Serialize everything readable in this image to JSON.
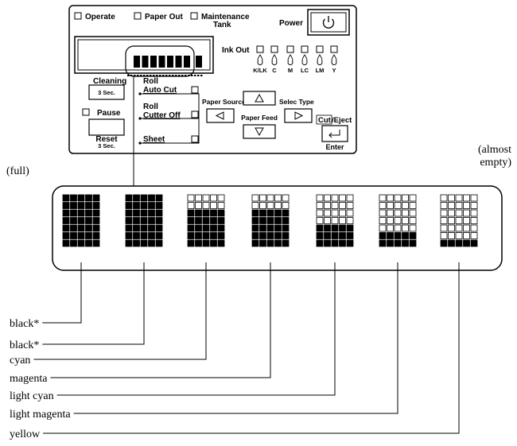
{
  "panel": {
    "indicators": {
      "operate": "Operate",
      "paper_out": "Paper Out",
      "maintenance_line1": "Maintenance",
      "maintenance_line2": "Tank"
    },
    "power_label": "Power",
    "ink_out_label": "Ink Out",
    "ink_slots": [
      "K/LK",
      "C",
      "M",
      "LC",
      "LM",
      "Y"
    ],
    "buttons": {
      "cleaning_label": "Cleaning",
      "cleaning_sub": "3 Sec.",
      "pause_label": "Pause",
      "reset_label": "Reset",
      "reset_sub": "3 Sec.",
      "paper_source": "Paper Source",
      "paper_feed": "Paper Feed",
      "select_type": "Selec Type",
      "cut_label": "Cut",
      "eject_label": "/Eject",
      "enter_label": "Enter"
    },
    "paper_modes": {
      "roll_auto_cut_1": "Roll",
      "roll_auto_cut_2": "Auto Cut",
      "roll_cutter_off_1": "Roll",
      "roll_cutter_off_2": "Cutter Off",
      "sheet": "Sheet"
    }
  },
  "gauge": {
    "full_label": "(full)",
    "empty_label_1": "(almost",
    "empty_label_2": "empty)",
    "rows": 7,
    "cols": 5,
    "filled_rows": [
      7,
      7,
      5,
      5,
      3,
      2,
      1
    ]
  },
  "ink_colors": [
    "black*",
    "black*",
    "cyan",
    "magenta",
    "light cyan",
    "light magenta",
    "yellow"
  ]
}
